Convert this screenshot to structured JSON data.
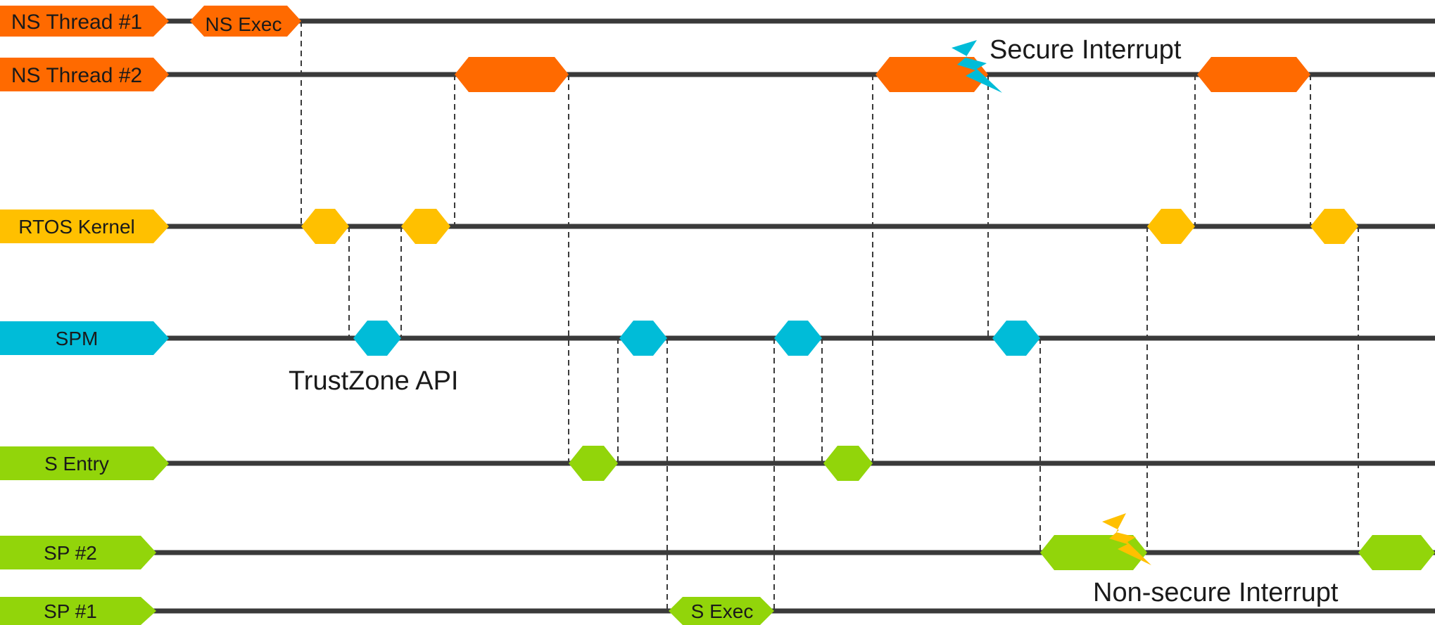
{
  "colors": {
    "ns": "#ff6a00",
    "rtos": "#ffc000",
    "spm": "#00bcd8",
    "secure": "#92d50a",
    "line": "#3a3a3a",
    "dash": "#3a3a3a"
  },
  "lanes": [
    {
      "id": "ns1",
      "label": "NS Thread #1",
      "group": "ns"
    },
    {
      "id": "ns2",
      "label": "NS Thread #2",
      "group": "ns"
    },
    {
      "id": "rtos",
      "label": "RTOS Kernel",
      "group": "rtos"
    },
    {
      "id": "spm",
      "label": "SPM",
      "group": "spm"
    },
    {
      "id": "sentry",
      "label": "S Entry",
      "group": "secure"
    },
    {
      "id": "sp2",
      "label": "SP #2",
      "group": "secure"
    },
    {
      "id": "sp1",
      "label": "SP #1",
      "group": "secure"
    }
  ],
  "segment_labels": {
    "ns_exec": "NS Exec",
    "s_exec": "S Exec"
  },
  "annotations": {
    "secure_interrupt": "Secure Interrupt",
    "trustzone_api": "TrustZone API",
    "nonsecure_interrupt": "Non-secure Interrupt"
  },
  "icons": {
    "secure_interrupt_icon": "lightning-bolt-icon",
    "nonsecure_interrupt_icon": "lightning-bolt-icon"
  }
}
